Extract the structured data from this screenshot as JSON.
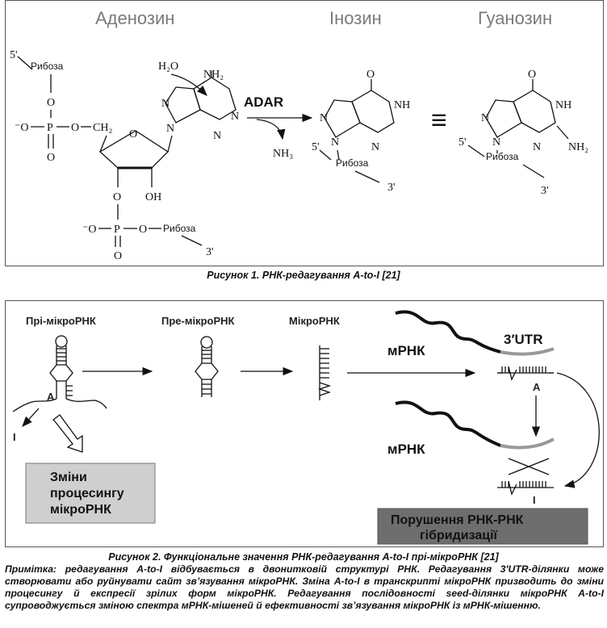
{
  "figure1": {
    "adenosine": "Аденозин",
    "inosine": "Інозин",
    "guanosine": "Гуанозин",
    "enzyme": "ADAR",
    "water": "H₂O",
    "amine": "NH₂",
    "ammonia": "NH₃",
    "ribose": "Рибоза",
    "five_prime": "5'",
    "three_prime": "3'",
    "N": "N",
    "NH": "NH",
    "O": "O",
    "OH": "OH",
    "P": "P",
    "CH2": "CH₂",
    "neg_o": "⁻O",
    "equiv": "≡",
    "caption": "Рисунок 1. РНК-редагування A-to-I [21]"
  },
  "figure2": {
    "pri": "Прі-мікроРНК",
    "pre": "Пре-мікроРНК",
    "mirna": "МікроРНК",
    "mrna_top": "мРНК",
    "mrna_bottom": "мРНК",
    "utr": "3′UTR",
    "a_label": "A",
    "a_label_right": "A",
    "i_label": "I",
    "i_label_right": "I",
    "box_left": [
      "Зміни",
      "процесингу",
      "мікроРНК"
    ],
    "box_right": [
      "Порушення РНК-РНК",
      "гібридизації"
    ],
    "caption": "Рисунок 2. Функціональне значення РНК-редагування A-to-I прі-мікроРНК [21]",
    "note": "Примітка: редагування A-to-I відбувається в двонитковій структурі РНК. Редагування 3′UTR-ділянки може створювати або руйнувати сайт зв’язування мікроРНК. Зміна A-to-I в транскрипті мікроРНК призводить до зміни процесингу й експресії зрілих форм мікроРНК. Редагування послідовності seed-ділянки мікроРНК A-to-I супроводжується зміною спектра мРНК-мішеней й ефективності зв’язування мікроРНК із мРНК-мішенню."
  }
}
